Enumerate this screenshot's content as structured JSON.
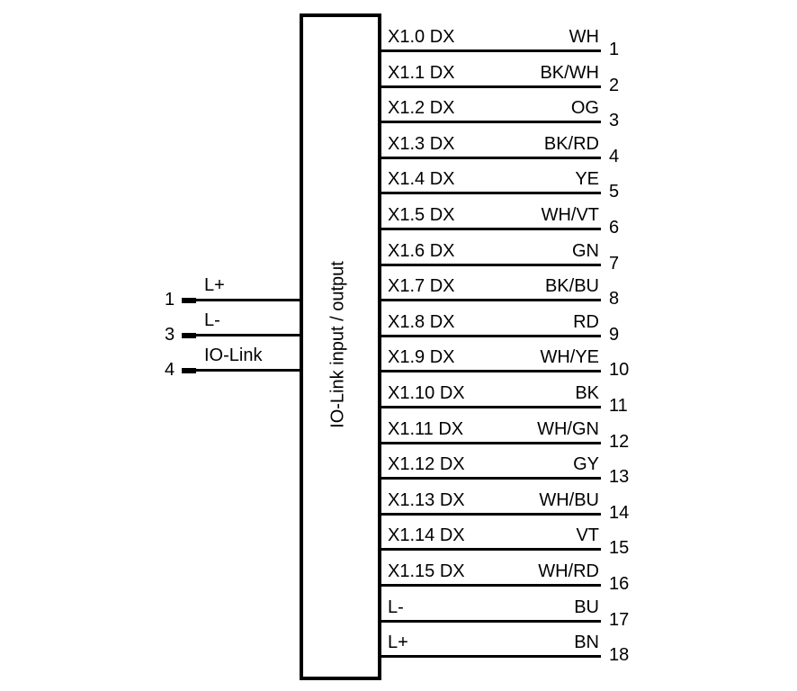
{
  "diagram": {
    "title": "IO-Link input / output",
    "left_pins": [
      {
        "pin": "1",
        "signal": "L+"
      },
      {
        "pin": "3",
        "signal": "L-"
      },
      {
        "pin": "4",
        "signal": "IO-Link"
      }
    ],
    "right_pins": [
      {
        "pin": "1",
        "signal": "X1.0 DX",
        "color": "WH"
      },
      {
        "pin": "2",
        "signal": "X1.1 DX",
        "color": "BK/WH"
      },
      {
        "pin": "3",
        "signal": "X1.2 DX",
        "color": "OG"
      },
      {
        "pin": "4",
        "signal": "X1.3 DX",
        "color": "BK/RD"
      },
      {
        "pin": "5",
        "signal": "X1.4 DX",
        "color": "YE"
      },
      {
        "pin": "6",
        "signal": "X1.5 DX",
        "color": "WH/VT"
      },
      {
        "pin": "7",
        "signal": "X1.6 DX",
        "color": "GN"
      },
      {
        "pin": "8",
        "signal": "X1.7 DX",
        "color": "BK/BU"
      },
      {
        "pin": "9",
        "signal": "X1.8 DX",
        "color": "RD"
      },
      {
        "pin": "10",
        "signal": "X1.9 DX",
        "color": "WH/YE"
      },
      {
        "pin": "11",
        "signal": "X1.10 DX",
        "color": "BK"
      },
      {
        "pin": "12",
        "signal": "X1.11 DX",
        "color": "WH/GN"
      },
      {
        "pin": "13",
        "signal": "X1.12 DX",
        "color": "GY"
      },
      {
        "pin": "14",
        "signal": "X1.13 DX",
        "color": "WH/BU"
      },
      {
        "pin": "15",
        "signal": "X1.14 DX",
        "color": "VT"
      },
      {
        "pin": "16",
        "signal": "X1.15 DX",
        "color": "WH/RD"
      },
      {
        "pin": "17",
        "signal": "L-",
        "color": "BU"
      },
      {
        "pin": "18",
        "signal": "L+",
        "color": "BN"
      }
    ]
  }
}
